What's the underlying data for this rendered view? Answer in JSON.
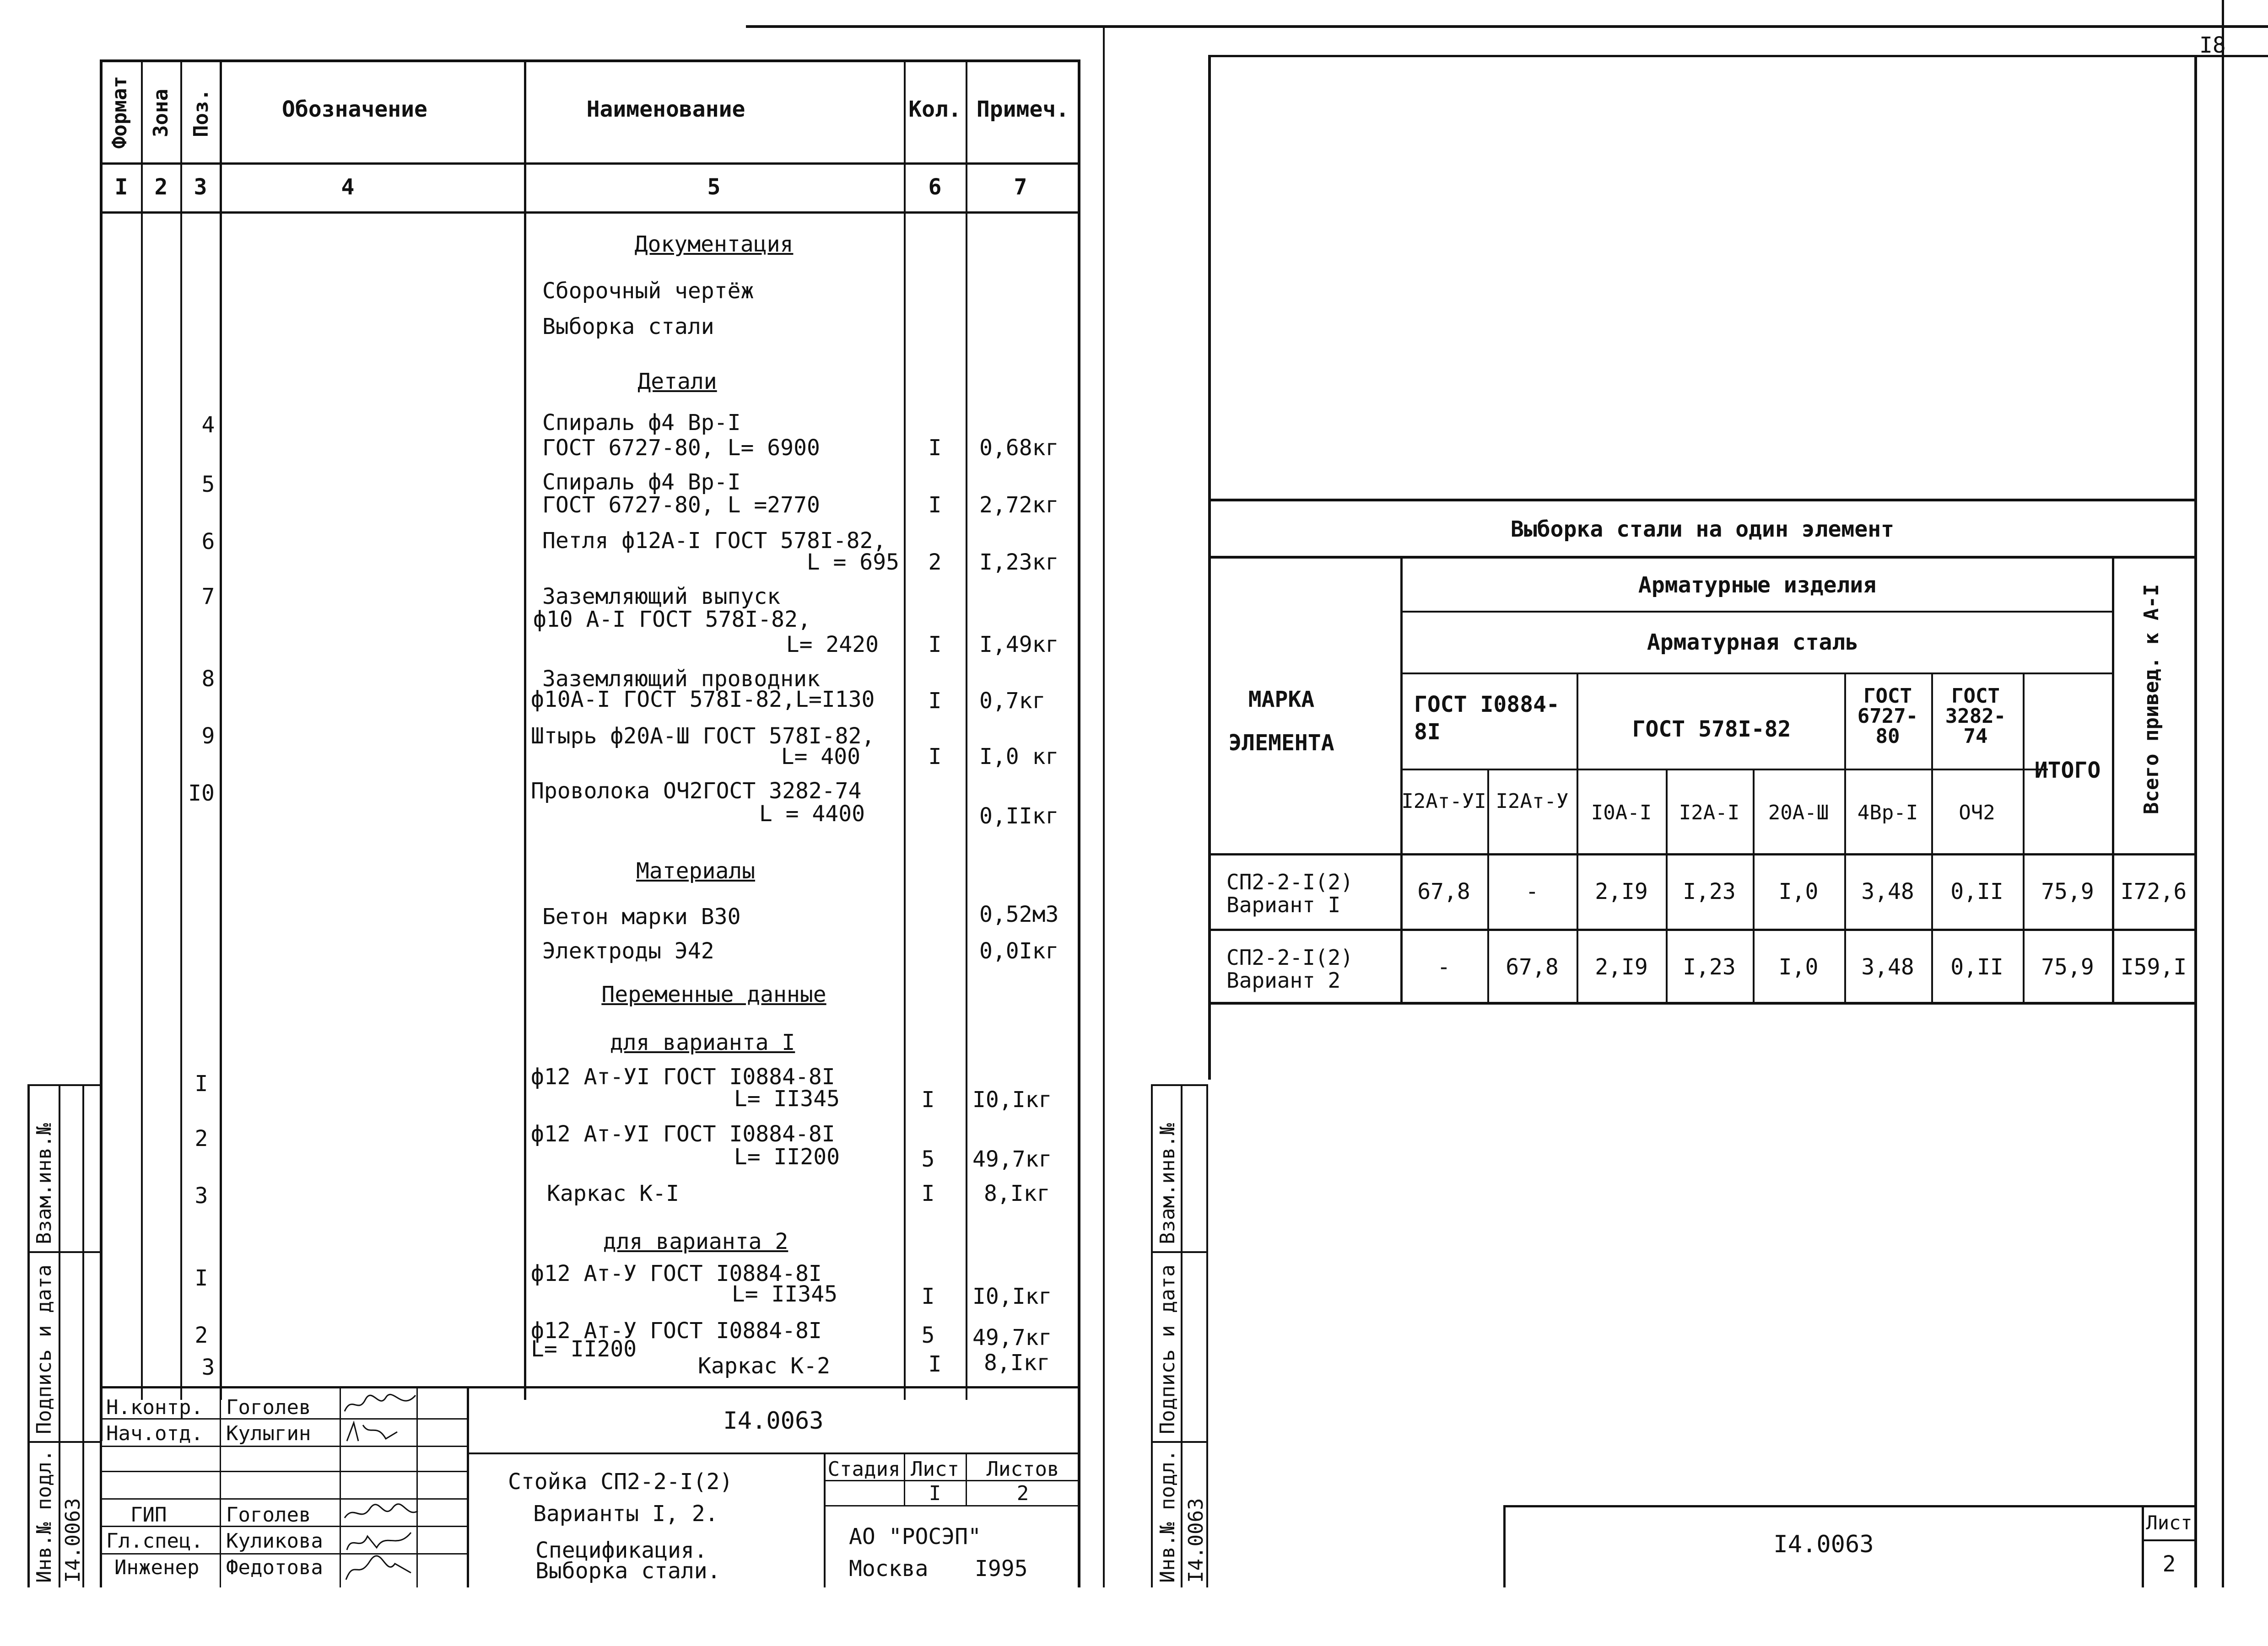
{
  "left_sheet": {
    "col_headers": {
      "format": "Формат",
      "zone": "Зона",
      "pos": "Поз.",
      "designation": "Обозначение",
      "name": "Наименование",
      "qty": "Кол.",
      "note": "Примеч."
    },
    "col_numbers": [
      "I",
      "2",
      "3",
      "4",
      "5",
      "6",
      "7"
    ],
    "rows": [
      {
        "pos": "",
        "name": "Документация",
        "qty": "",
        "note": "",
        "heading": true
      },
      {
        "pos": "",
        "name": "Сборочный чертёж",
        "qty": "",
        "note": ""
      },
      {
        "pos": "",
        "name": "Выборка стали",
        "qty": "",
        "note": ""
      },
      {
        "pos": "",
        "name": "Детали",
        "qty": "",
        "note": "",
        "heading": true
      },
      {
        "pos": "4",
        "name": "Спираль ф4 Вр-I",
        "name2": "ГОСТ 6727-80, L= 6900",
        "qty": "I",
        "note": "0,68кг"
      },
      {
        "pos": "5",
        "name": "Спираль  ф4 Вр-I",
        "name2": "ГОСТ 6727-80, L =2770",
        "qty": "I",
        "note": "2,72кг"
      },
      {
        "pos": "6",
        "name": "Петля ф12А-I ГОСТ 578I-82,",
        "name2": "L = 695",
        "qty": "2",
        "note": "I,23кг"
      },
      {
        "pos": "7",
        "name": "Заземляющий выпуск",
        "name2": "ф10 А-I ГОСТ 578I-82,",
        "name3": "L= 2420",
        "qty": "I",
        "note": "I,49кг"
      },
      {
        "pos": "8",
        "name": "Заземляющий проводник",
        "name2": "ф10А-I ГОСТ 578I-82,L=I130",
        "qty": "I",
        "note": "0,7кг"
      },
      {
        "pos": "9",
        "name": "Штырь ф20А-Ш ГОСТ 578I-82,",
        "name2": "L= 400",
        "qty": "I",
        "note": "I,0 кг"
      },
      {
        "pos": "I0",
        "name": "Проволока ОЧ2ГОСТ 3282-74",
        "name2": "L = 4400",
        "qty": "",
        "note": "0,IIкг"
      },
      {
        "pos": "",
        "name": "Материалы",
        "qty": "",
        "note": "",
        "heading": true
      },
      {
        "pos": "",
        "name": "Бетон марки В30",
        "qty": "",
        "note": "0,52м3"
      },
      {
        "pos": "",
        "name": "Электроды Э42",
        "qty": "",
        "note": "0,0Iкг"
      },
      {
        "pos": "",
        "name": "Переменные данные",
        "qty": "",
        "note": "",
        "heading": true
      },
      {
        "pos": "",
        "name": "для варианта I",
        "qty": "",
        "note": "",
        "heading": true
      },
      {
        "pos": "I",
        "name": "ф12 Ат-УI ГОСТ I0884-8I",
        "name2": "L= II345",
        "qty": "I",
        "note": "I0,Iкг"
      },
      {
        "pos": "2",
        "name": "ф12 Ат-УI ГОСТ I0884-8I",
        "name2": "L= II200",
        "qty": "5",
        "note": "49,7кг"
      },
      {
        "pos": "3",
        "name": "Каркас К-I",
        "qty": "I",
        "note": "8,Iкг"
      },
      {
        "pos": "",
        "name": "для варианта 2",
        "qty": "",
        "note": "",
        "heading": true
      },
      {
        "pos": "I",
        "name": "ф12 Ат-У ГОСТ I0884-8I",
        "name2": "L= II345",
        "qty": "I",
        "note": "I0,Iкг"
      },
      {
        "pos": "2",
        "name": "ф12 Ат-У ГОСТ I0884-8I",
        "name2": "L= II200",
        "qty": "5",
        "note": "49,7кг"
      },
      {
        "pos": "3",
        "name": "Каркас К-2",
        "qty": "I",
        "note": "8,Iкг"
      }
    ],
    "title_block": {
      "code": "I4.0063",
      "staff": [
        {
          "role": "Н.контр.",
          "name": "Гоголев"
        },
        {
          "role": "Нач.отд.",
          "name": "Кулыгин"
        },
        {
          "role": "",
          "name": ""
        },
        {
          "role": "ГИП",
          "name": "Гоголев"
        },
        {
          "role": "Гл.спец.",
          "name": "Куликова"
        },
        {
          "role": "Инженер",
          "name": "Федотова"
        }
      ],
      "title_line1": "Стойка СП2-2-I(2)",
      "title_line2": "Варианты I, 2.",
      "title_line3": "Спецификация.",
      "title_line4": "Выборка стали.",
      "stage_label": "Стадия",
      "sheet_label": "Лист",
      "sheets_label": "Листов",
      "sheet_value": "I",
      "sheets_value": "2",
      "org": "АО \"РОСЭП\"",
      "city": "Москва",
      "year": "I995"
    },
    "side_stamp": {
      "vzam": "Взам.инв.№",
      "podp": "Подпись и дата",
      "inv": "Инв.№ подл.",
      "inv_value": "I4.0063"
    }
  },
  "right_sheet": {
    "corner_number": "I8",
    "table_title": "Выборка стали на один элемент",
    "h_marka": "МАРКА",
    "h_element": "ЭЛЕМЕНТА",
    "h_items": "Арматурные изделия",
    "h_steel": "Арматурная сталь",
    "h_total_reduced": "Всего привед. к А-I",
    "h_gost1": "ГОСТ I0884-8I",
    "h_gost2": "ГОСТ 578I-82",
    "h_gost3": "ГОСТ 6727-80",
    "h_gost4": "ГОСТ 3282-74",
    "h_itogo": "ИТОГО",
    "sub_headers": [
      "I2Ат-УI",
      "I2Ат-У",
      "I0А-I",
      "I2А-I",
      "20А-Ш",
      "4Вр-I",
      "ОЧ2"
    ],
    "rows": [
      {
        "mark": "СП2-2-I(2)",
        "variant": "Вариант I",
        "values": [
          "67,8",
          "-",
          "2,I9",
          "I,23",
          "I,0",
          "3,48",
          "0,II"
        ],
        "itogo": "75,9",
        "total": "I72,6"
      },
      {
        "mark": "СП2-2-I(2)",
        "variant": "Вариант 2",
        "values": [
          "-",
          "67,8",
          "2,I9",
          "I,23",
          "I,0",
          "3,48",
          "0,II"
        ],
        "itogo": "75,9",
        "total": "I59,I"
      }
    ],
    "footer_code": "I4.0063",
    "footer_sheet_label": "Лист",
    "footer_sheet_value": "2",
    "side_stamp": {
      "vzam": "Взам.инв.№",
      "podp": "Подпись и дата",
      "inv": "Инв.№ подл.",
      "inv_value": "I4.0063"
    }
  }
}
